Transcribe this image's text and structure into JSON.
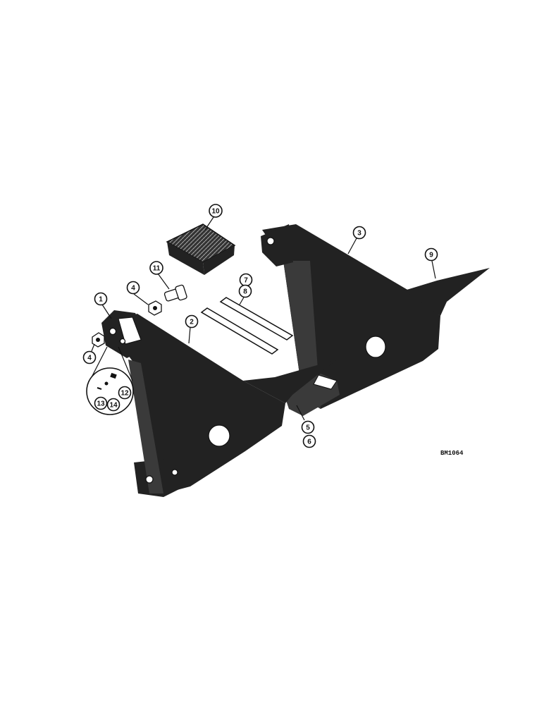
{
  "callouts": [
    {
      "id": "c1",
      "label": "1"
    },
    {
      "id": "c2",
      "label": "2"
    },
    {
      "id": "c3",
      "label": "3"
    },
    {
      "id": "c4a",
      "label": "4"
    },
    {
      "id": "c4b",
      "label": "4"
    },
    {
      "id": "c5",
      "label": "5"
    },
    {
      "id": "c6",
      "label": "6"
    },
    {
      "id": "c7",
      "label": "7"
    },
    {
      "id": "c8",
      "label": "8"
    },
    {
      "id": "c9",
      "label": "9"
    },
    {
      "id": "c10",
      "label": "10"
    },
    {
      "id": "c11",
      "label": "11"
    },
    {
      "id": "c12",
      "label": "12"
    },
    {
      "id": "c13",
      "label": "13"
    },
    {
      "id": "c14",
      "label": "14"
    }
  ],
  "drawing_code": "BM1064",
  "colors": {
    "ink": "#111111",
    "part": "#222222",
    "paper": "#ffffff"
  }
}
